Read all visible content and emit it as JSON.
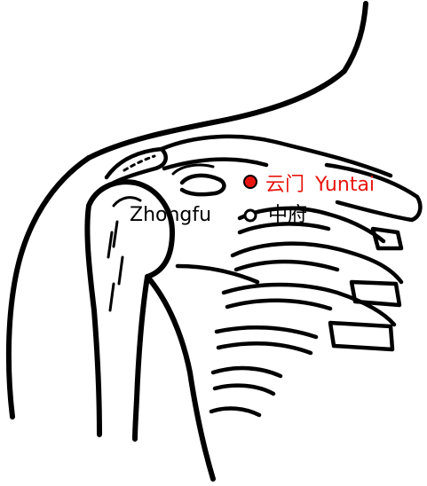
{
  "colors": {
    "ink": "#000000",
    "highlight": "#e8140f",
    "background": "#ffffff"
  },
  "points": {
    "yunmen": {
      "chinese": "云门",
      "pinyin": "Yuntai",
      "marker": "filled-circle"
    },
    "zhongfu": {
      "chinese": "中府",
      "pinyin": "Zhongfu",
      "marker": "open-circle"
    }
  }
}
